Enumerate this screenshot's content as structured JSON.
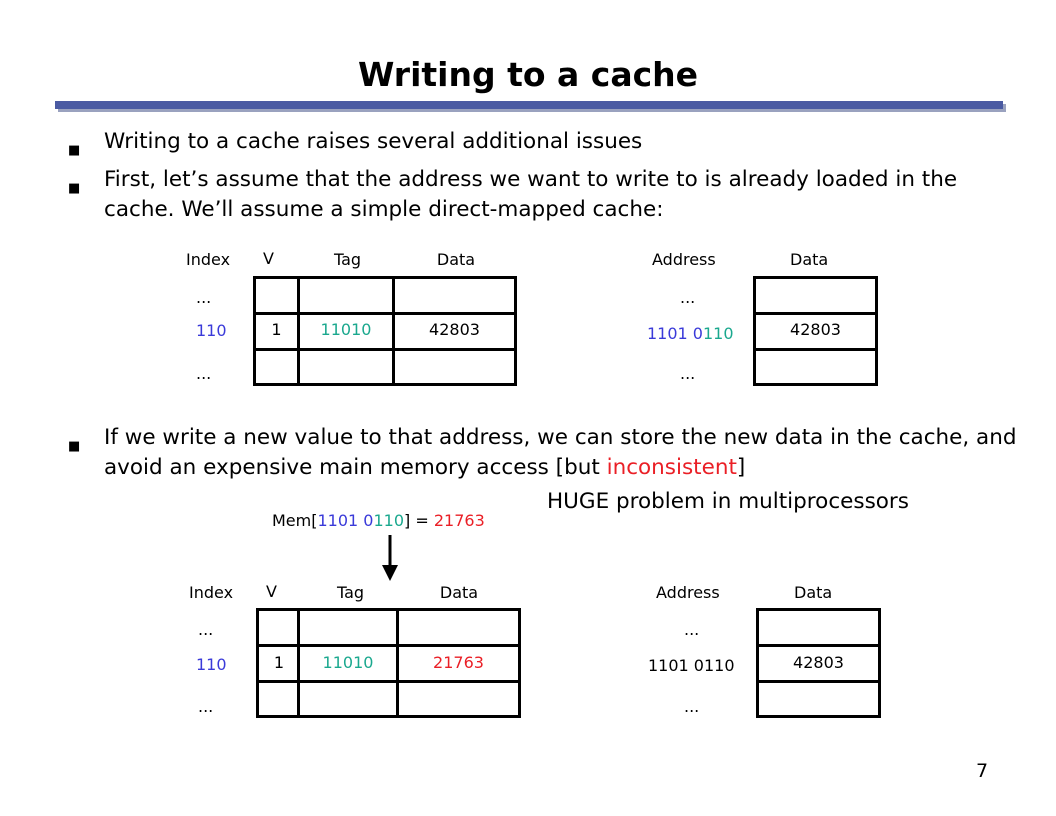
{
  "title": "Writing to a cache",
  "bullets": [
    "Writing to a cache raises several additional issues",
    "First, let’s assume that the address we want to write to is already loaded in the cache. We’ll assume a simple direct-mapped cache:",
    "If we write a new value to that address, we can store the new data in the cache, and avoid an expensive main memory access [but ",
    "inconsistent",
    "]"
  ],
  "bullet_marker": "■",
  "note": "HUGE problem in multiprocessors",
  "table1": {
    "headers": {
      "index": "Index",
      "v": "V",
      "tag": "Tag",
      "data": "Data"
    },
    "rows": {
      "dots_top": "...",
      "index": "110",
      "v": "1",
      "tag": "11010",
      "data": "42803",
      "dots_bottom": "..."
    }
  },
  "memory1": {
    "headers": {
      "address": "Address",
      "data": "Data"
    },
    "rows": {
      "dots_top": "...",
      "address_prefix": "1101 0",
      "address_suffix": "110",
      "data": "42803",
      "dots_bottom": "..."
    }
  },
  "write_op": {
    "prefix": "Mem[",
    "addr_a": "1101 0",
    "addr_b": "110",
    "suffix": "] = ",
    "value": "21763"
  },
  "table2": {
    "headers": {
      "index": "Index",
      "v": "V",
      "tag": "Tag",
      "data": "Data"
    },
    "rows": {
      "dots_top": "...",
      "index": "110",
      "v": "1",
      "tag": "11010",
      "data": "21763",
      "dots_bottom": "..."
    }
  },
  "memory2": {
    "headers": {
      "address": "Address",
      "data": "Data"
    },
    "rows": {
      "dots_top": "...",
      "address": "1101 0110",
      "data": "42803",
      "dots_bottom": "..."
    }
  },
  "colors": {
    "index": "#3a3ad9",
    "tag": "#1aa88e",
    "new_value": "#ea1f26",
    "rule": "#4a5aa2"
  },
  "page_number": "7"
}
